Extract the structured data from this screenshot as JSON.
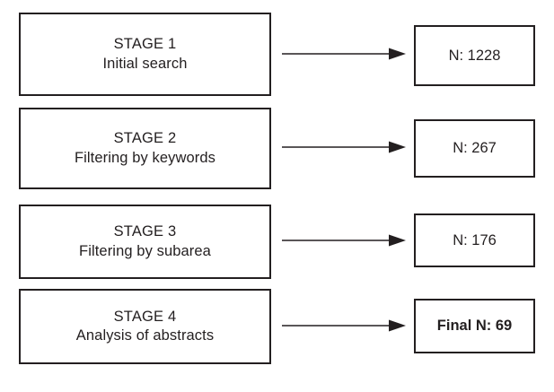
{
  "diagram": {
    "title": "Literature review stage flowchart",
    "type": "flowchart",
    "colors": {
      "stroke": "#231f20",
      "background": "#ffffff",
      "text": "#231f20"
    },
    "rows": [
      {
        "stage_title": "STAGE 1",
        "stage_description": "Initial search",
        "arrow": "right-arrow-icon",
        "result_label": "N: 1228",
        "result_bold": false
      },
      {
        "stage_title": "STAGE 2",
        "stage_description": "Filtering by keywords",
        "arrow": "right-arrow-icon",
        "result_label": "N: 267",
        "result_bold": false
      },
      {
        "stage_title": "STAGE 3",
        "stage_description": "Filtering by subarea",
        "arrow": "right-arrow-icon",
        "result_label": "N: 176",
        "result_bold": false
      },
      {
        "stage_title": "STAGE 4",
        "stage_description": "Analysis of abstracts",
        "arrow": "right-arrow-icon",
        "result_label": "Final N: 69",
        "result_bold": true
      }
    ]
  }
}
